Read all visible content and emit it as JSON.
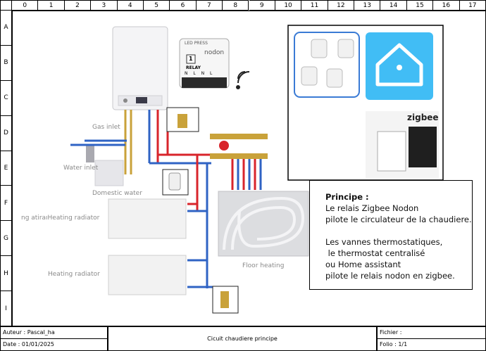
{
  "grid": {
    "columns": [
      "0",
      "1",
      "2",
      "3",
      "4",
      "5",
      "6",
      "7",
      "8",
      "9",
      "10",
      "11",
      "12",
      "13",
      "14",
      "15",
      "16",
      "17"
    ],
    "rows": [
      "A",
      "B",
      "C",
      "D",
      "E",
      "F",
      "G",
      "H",
      "I"
    ]
  },
  "labels": {
    "gas_inlet": "Gas inlet",
    "water_inlet": "Water inlet",
    "domestic_water": "Domestic water",
    "heating_radiator_1": "ng atiraıHeating radiator",
    "heating_radiator_2": "Heating radiator",
    "floor_heating": "Floor heating"
  },
  "relay": {
    "brand": "nodon",
    "led": "LED",
    "press": "PRESS",
    "number": "1",
    "name": "RELAY",
    "pins": "N L N L"
  },
  "zigbee_logo": "zigbee",
  "info": {
    "title": "Principe :",
    "line1": "Le relais Zigbee Nodon",
    "line2": "pilote le circulateur de la chaudiere.",
    "line3": "Les vannes thermostatiques,",
    "line4": " le thermostat centralisé",
    "line5": "ou Home assistant",
    "line6": "pilote le relais nodon en zigbee."
  },
  "footer": {
    "author": "Auteur : Pascal_ha",
    "date": "Date : 01/01/2025",
    "title": "Cicuit chaudiere principe",
    "file": "Fichier :",
    "folio": "Folio : 1/1"
  },
  "colors": {
    "hot_pipe": "#d8242b",
    "cold_pipe": "#2f63c4",
    "brass": "#c9a23a",
    "home_assistant": "#41bdf5"
  }
}
